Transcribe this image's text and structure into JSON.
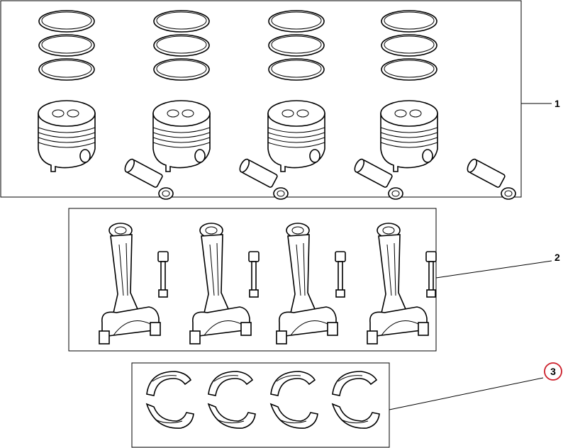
{
  "diagram": {
    "groups": [
      {
        "id": "piston-set",
        "callout": "1",
        "count": 4
      },
      {
        "id": "connecting-rod-set",
        "callout": "2",
        "count": 4
      },
      {
        "id": "bearing-shell-set",
        "callout": "3",
        "count": 4,
        "highlighted": true
      }
    ],
    "highlight_color": "#cc1f2a",
    "ink_color": "#000000"
  }
}
